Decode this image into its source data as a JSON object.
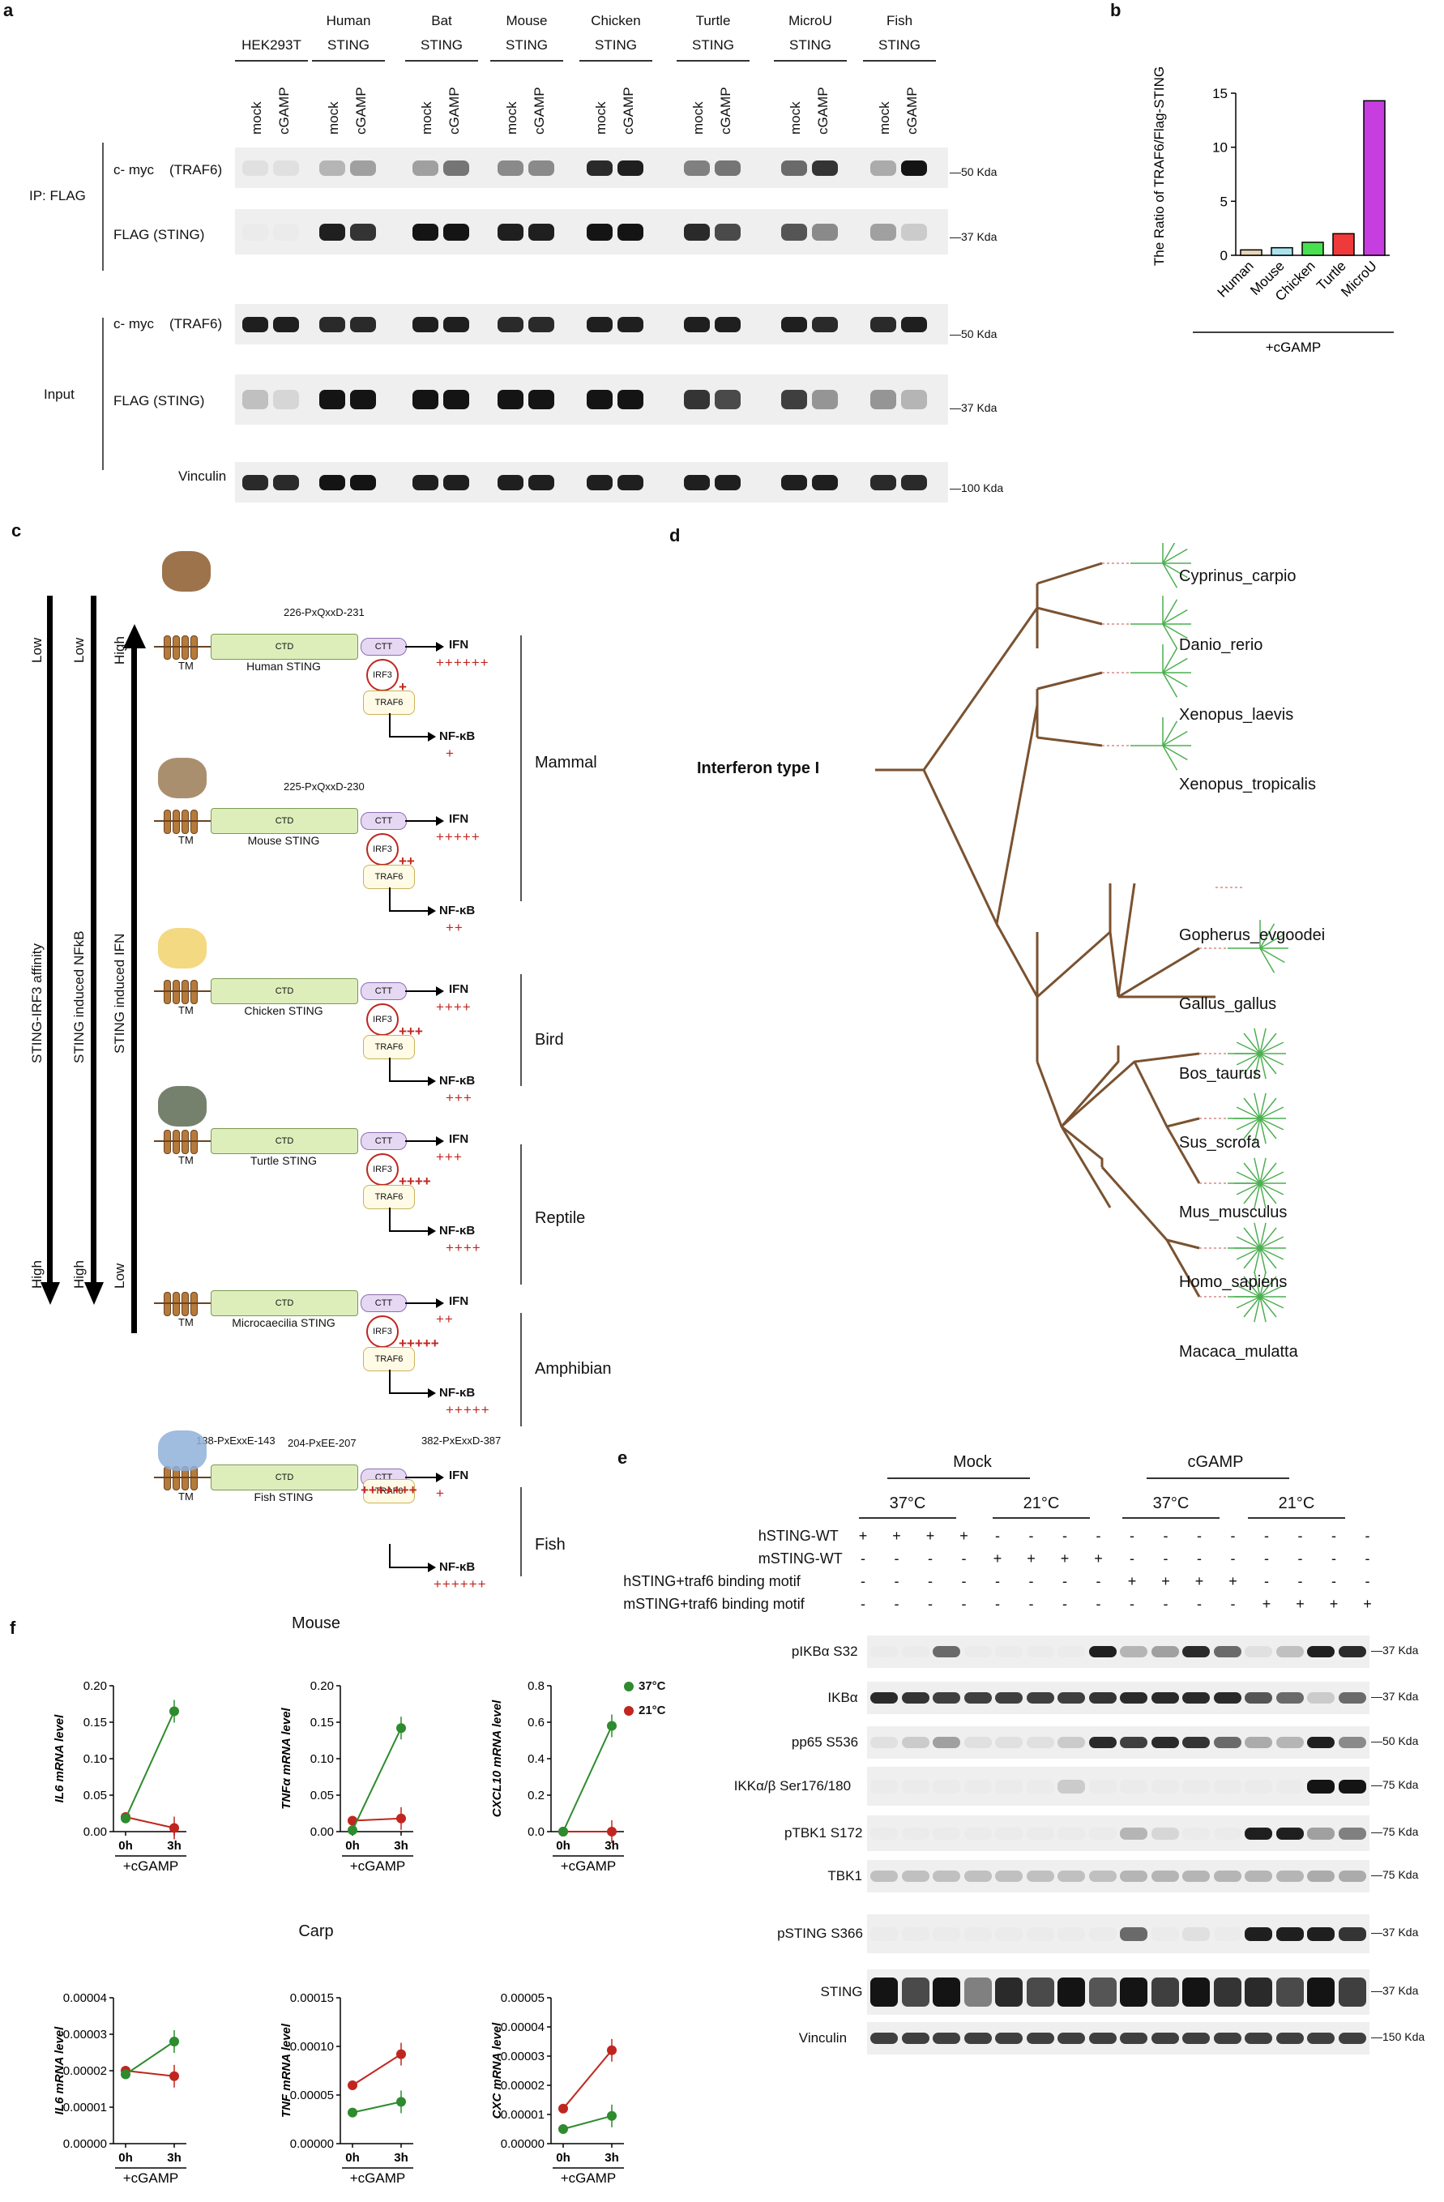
{
  "panels": {
    "a": "a",
    "b": "b",
    "c": "c",
    "d": "d",
    "e": "e",
    "f": "f"
  },
  "panel_a": {
    "groups": [
      {
        "line1": "HEK293T",
        "line2": ""
      },
      {
        "line1": "Human",
        "line2": "STING"
      },
      {
        "line1": "Bat",
        "line2": "STING"
      },
      {
        "line1": "Mouse",
        "line2": "STING"
      },
      {
        "line1": "Chicken",
        "line2": "STING"
      },
      {
        "line1": "Turtle",
        "line2": "STING"
      },
      {
        "line1": "MicroU",
        "line2": "STING"
      },
      {
        "line1": "Fish",
        "line2": "STING"
      }
    ],
    "lane_labels": [
      "mock",
      "cGAMP"
    ],
    "section_ip": "IP: FLAG",
    "section_input": "Input",
    "blots": [
      {
        "label": "c- myc    (TRAF6)",
        "marker": "50 Kda"
      },
      {
        "label": "FLAG (STING)",
        "marker": "37 Kda"
      },
      {
        "label": "c- myc    (TRAF6)",
        "marker": "50 Kda"
      },
      {
        "label": "FLAG (STING)",
        "marker": "37 Kda"
      },
      {
        "label": "Vinculin",
        "marker": "100 Kda"
      }
    ]
  },
  "chart_data": {
    "type": "bar",
    "title": "",
    "ylabel": "The Ratio of TRAF6/Flag-STING",
    "xlabel": "+cGAMP",
    "categories": [
      "Human",
      "Mouse",
      "Chicken",
      "Turtle",
      "MicroU"
    ],
    "values": [
      0.5,
      0.7,
      1.2,
      2.0,
      14.3
    ],
    "colors": [
      "#e8d6b6",
      "#a9e4ee",
      "#49e04f",
      "#ee3a3a",
      "#c63de0"
    ],
    "ylim": [
      0,
      15
    ],
    "yticks": [
      "0",
      "5",
      "10",
      "15"
    ]
  },
  "panel_c": {
    "axis_labels": [
      "STING-IRF3 affinity",
      "STING induced NFkB",
      "STING induced IFN"
    ],
    "axis_ends": [
      [
        "Low",
        "High"
      ],
      [
        "Low",
        "High"
      ],
      [
        "High",
        "Low"
      ]
    ],
    "species": [
      {
        "name": "Human STING",
        "motif": "226-PxQxxD-231",
        "ifn": "++++++",
        "nfkb": "+",
        "traf": "+",
        "class": "Mammal"
      },
      {
        "name": "Mouse STING",
        "motif": "225-PxQxxD-230",
        "ifn": "+++++",
        "nfkb": "++",
        "traf": "++",
        "class": ""
      },
      {
        "name": "Chicken STING",
        "motif": "",
        "ifn": "++++",
        "nfkb": "+++",
        "traf": "+++",
        "class": "Bird"
      },
      {
        "name": "Turtle STING",
        "motif": "",
        "ifn": "+++",
        "nfkb": "++++",
        "traf": "++++",
        "class": "Reptile"
      },
      {
        "name": "Microcaecilia STING",
        "motif": "",
        "ifn": "++",
        "nfkb": "+++++",
        "traf": "+++++",
        "class": "Amphibian"
      },
      {
        "name": "Fish STING",
        "motif": "204-PxEE-207",
        "ifn": "+",
        "nfkb": "++++++",
        "traf": "+++++++",
        "class": "Fish"
      }
    ],
    "fish_motifs": [
      "138-PxExxE-143",
      "382-PxExxD-387"
    ],
    "domain_labels": {
      "tm": "TM",
      "ctd": "CTD",
      "ctt": "CTT",
      "irf3": "IRF3",
      "traf6": "TRAF6",
      "ifn": "IFN",
      "nfkb": "NF-κB"
    }
  },
  "panel_d": {
    "root_label": "Interferon type I",
    "taxa": [
      "Cyprinus_carpio",
      "Danio_rerio",
      "Xenopus_laevis",
      "Xenopus_tropicalis",
      "Gopherus_evgoodei",
      "Gallus_gallus",
      "Bos_taurus",
      "Sus_scrofa",
      "Mus_musculus",
      "Homo_sapiens",
      "Macaca_mulatta"
    ]
  },
  "panel_e": {
    "top_groups": [
      "Mock",
      "cGAMP"
    ],
    "temps": [
      "37°C",
      "21°C",
      "37°C",
      "21°C"
    ],
    "rows": [
      {
        "label": "hSTING-WT",
        "marks": [
          "+",
          "+",
          "+",
          "+",
          "-",
          "-",
          "-",
          "-",
          "-",
          "-",
          "-",
          "-",
          "-",
          "-",
          "-",
          "-"
        ]
      },
      {
        "label": "mSTING-WT",
        "marks": [
          "-",
          "-",
          "-",
          "-",
          "+",
          "+",
          "+",
          "+",
          "-",
          "-",
          "-",
          "-",
          "-",
          "-",
          "-",
          "-"
        ]
      },
      {
        "label": "hSTING+traf6 binding motif",
        "marks": [
          "-",
          "-",
          "-",
          "-",
          "-",
          "-",
          "-",
          "-",
          "+",
          "+",
          "+",
          "+",
          "-",
          "-",
          "-",
          "-"
        ]
      },
      {
        "label": "mSTING+traf6 binding motif",
        "marks": [
          "-",
          "-",
          "-",
          "-",
          "-",
          "-",
          "-",
          "-",
          "-",
          "-",
          "-",
          "-",
          "+",
          "+",
          "+",
          "+"
        ]
      }
    ],
    "blots": [
      {
        "label": "pIKBα S32",
        "marker": "37 Kda"
      },
      {
        "label": "IKBα",
        "marker": "37 Kda"
      },
      {
        "label": "pp65 S536",
        "marker": "50 Kda"
      },
      {
        "label": "IKKα/β Ser176/180",
        "marker": "75 Kda"
      },
      {
        "label": "pTBK1 S172",
        "marker": "75 Kda"
      },
      {
        "label": "TBK1",
        "marker": "75 Kda"
      },
      {
        "label": "pSTING S366",
        "marker": "37 Kda"
      },
      {
        "label": "STING",
        "marker": "37 Kda"
      },
      {
        "label": "Vinculin",
        "marker": "150 Kda"
      }
    ]
  },
  "panel_f": {
    "row_titles": [
      "Mouse",
      "Carp"
    ],
    "legend": [
      {
        "name": "37°C",
        "color": "#2e8b2e"
      },
      {
        "name": "21°C",
        "color": "#c0261f"
      }
    ],
    "xticks": [
      "0h",
      "3h"
    ],
    "xlabel": "+cGAMP",
    "plots": [
      {
        "ylabel": "IL6 mRNA level",
        "yticks": [
          "0.00",
          "0.05",
          "0.10",
          "0.15",
          "0.20"
        ],
        "ymax": 0.2,
        "s37": [
          0.018,
          0.165
        ],
        "s21": [
          0.02,
          0.005
        ]
      },
      {
        "ylabel": "TNFα mRNA level",
        "yticks": [
          "0.00",
          "0.05",
          "0.10",
          "0.15",
          "0.20"
        ],
        "ymax": 0.2,
        "s37": [
          0.002,
          0.142
        ],
        "s21": [
          0.015,
          0.018
        ]
      },
      {
        "ylabel": "CXCL10 mRNA level",
        "yticks": [
          "0.0",
          "0.2",
          "0.4",
          "0.6",
          "0.8"
        ],
        "ymax": 0.8,
        "s37": [
          0.0,
          0.58
        ],
        "s21": [
          0.0,
          0.0
        ]
      },
      {
        "ylabel": "IL6 mRNA level",
        "yticks": [
          "0.00000",
          "0.00001",
          "0.00002",
          "0.00003",
          "0.00004"
        ],
        "ymax": 4e-05,
        "s37": [
          1.9e-05,
          2.8e-05
        ],
        "s21": [
          2e-05,
          1.85e-05
        ]
      },
      {
        "ylabel": "TNF mRNA level",
        "yticks": [
          "0.00000",
          "0.00005",
          "0.00010",
          "0.00015"
        ],
        "ymax": 0.00015,
        "s37": [
          3.2e-05,
          4.3e-05
        ],
        "s21": [
          6e-05,
          9.2e-05
        ]
      },
      {
        "ylabel": "CXC mRNA level",
        "yticks": [
          "0.00000",
          "0.00001",
          "0.00002",
          "0.00003",
          "0.00004",
          "0.00005"
        ],
        "ymax": 5e-05,
        "s37": [
          5e-06,
          9.5e-06
        ],
        "s21": [
          1.2e-05,
          3.2e-05
        ]
      }
    ]
  }
}
